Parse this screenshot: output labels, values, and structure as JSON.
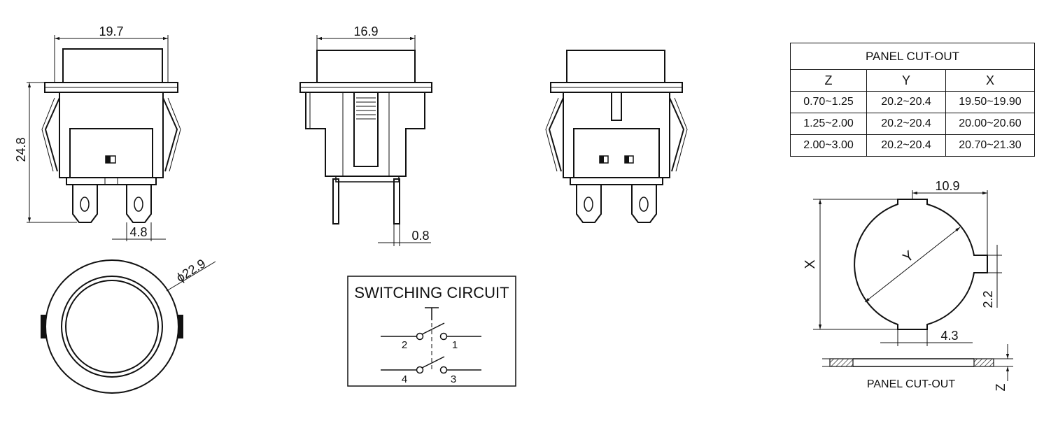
{
  "dimensions": {
    "front_width": "19.7",
    "height": "24.8",
    "terminal_width": "4.8",
    "side_width": "16.9",
    "pin_thickness": "0.8",
    "bezel_diameter": "ϕ22.9",
    "cutout_key_width": "10.9",
    "cutout_key_depth": "2.2",
    "cutout_notch_width": "4.3",
    "cutout_x": "X",
    "cutout_y": "Y",
    "panel_z": "Z"
  },
  "switching_circuit": {
    "title": "SWITCHING CIRCUIT",
    "terminals": [
      "1",
      "2",
      "3",
      "4"
    ]
  },
  "panel_table": {
    "title": "PANEL CUT-OUT",
    "headers": [
      "Z",
      "Y",
      "X"
    ],
    "rows": [
      [
        "0.70~1.25",
        "20.2~20.4",
        "19.50~19.90"
      ],
      [
        "1.25~2.00",
        "20.2~20.4",
        "20.00~20.60"
      ],
      [
        "2.00~3.00",
        "20.2~20.4",
        "20.70~21.30"
      ]
    ]
  },
  "panel_section_label": "PANEL CUT-OUT"
}
